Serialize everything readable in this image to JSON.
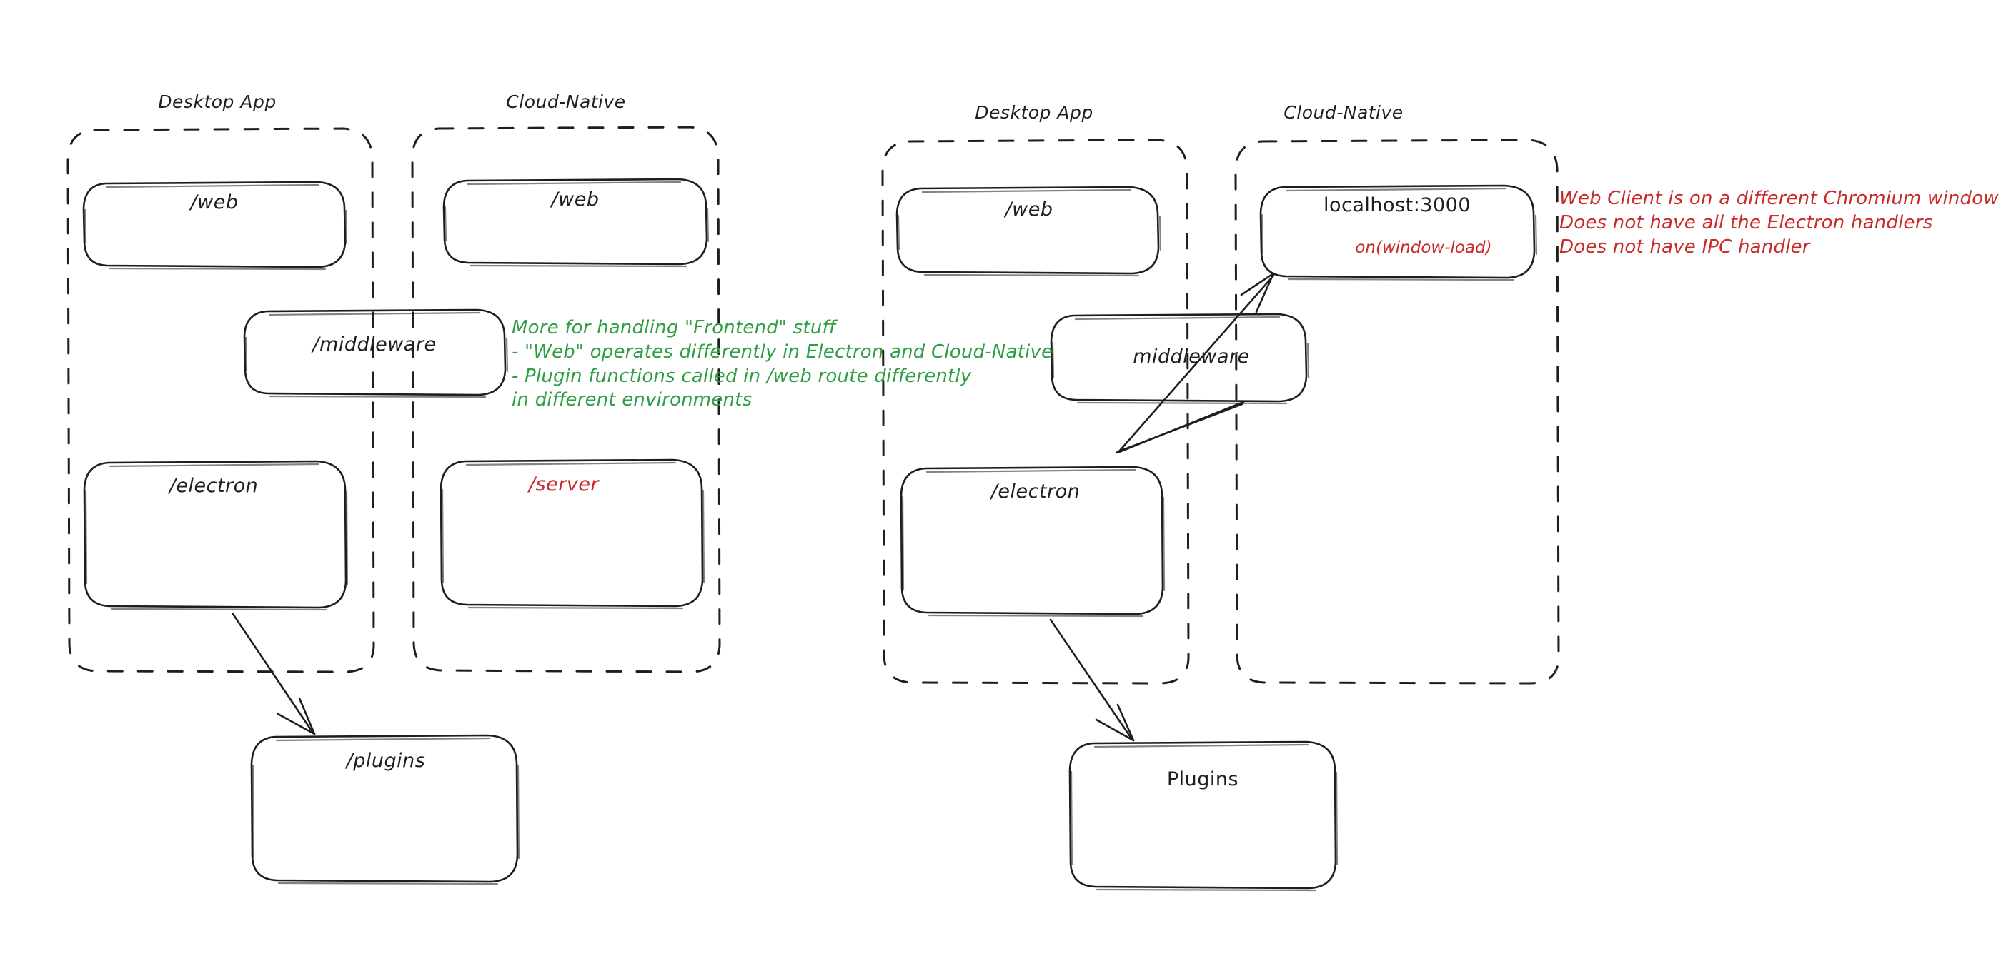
{
  "diagram": {
    "title": "Electron vs Cloud-Native architecture comparison",
    "colors": {
      "stroke": "#1e1e1e",
      "green": "#2f9e44",
      "red": "#c92a2a",
      "background": "#ffffff"
    },
    "left": {
      "groups": [
        {
          "label": "Desktop App"
        },
        {
          "label": "Cloud-Native"
        }
      ],
      "nodes": {
        "web_desktop": "/web",
        "web_cloud": "/web",
        "middleware": "/middleware",
        "electron": "/electron",
        "server": "/server",
        "plugins": "/plugins"
      }
    },
    "right": {
      "groups": [
        {
          "label": "Desktop App"
        },
        {
          "label": "Cloud-Native"
        }
      ],
      "nodes": {
        "web_desktop": "/web",
        "localhost": "localhost:3000",
        "localhost_sub": "on(window-load)",
        "middleware": "middleware",
        "electron": "/electron",
        "plugins": "Plugins"
      }
    },
    "annotations": {
      "green_note": "More for handling \"Frontend\" stuff\n- \"Web\" operates differently in Electron and Cloud-Native\n- Plugin functions called in /web route differently\nin different environments",
      "red_note": "Web Client is on a different Chromium window\nDoes not have all the Electron handlers\nDoes not have IPC handler"
    }
  }
}
